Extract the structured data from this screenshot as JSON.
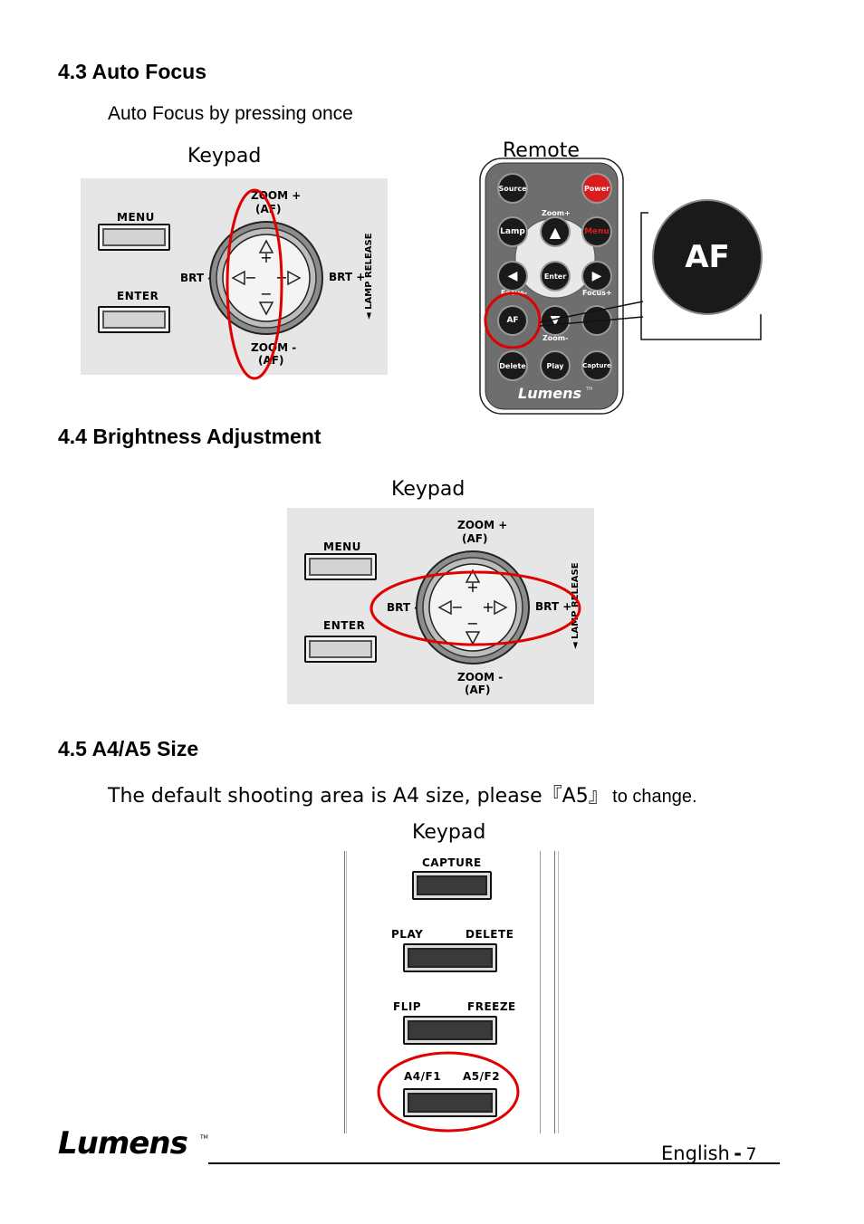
{
  "sections": {
    "af": {
      "heading": "4.3 Auto Focus",
      "description": "Auto Focus by pressing once",
      "keypad_caption": "Keypad",
      "remote_caption": "Remote"
    },
    "brightness": {
      "heading": "4.4 Brightness Adjustment",
      "keypad_caption": "Keypad"
    },
    "size": {
      "heading": "4.5 A4/A5 Size",
      "description_main": "The default shooting area is A4 size, please『A5』",
      "description_tail": "to change.",
      "keypad_caption": "Keypad"
    }
  },
  "keypad": {
    "menu": "MENU",
    "enter": "ENTER",
    "zoom_plus": "ZOOM +",
    "af": "(AF)",
    "zoom_minus": "ZOOM -",
    "brt_minus": "BRT -",
    "brt_plus": "BRT +",
    "lamp_release": "◄ LAMP RELEASE",
    "plus": "+",
    "minus": "−"
  },
  "remote": {
    "source": "Source",
    "power": "Power",
    "zoom_plus": "Zoom+",
    "lamp": "Lamp",
    "menu": "Menu",
    "enter": "Enter",
    "focus_minus": "Focus-",
    "focus_plus": "Focus+",
    "af": "AF",
    "zoom_minus": "Zoom-",
    "delete": "Delete",
    "play": "Play",
    "capture": "Capture",
    "brand": "Lumens",
    "tm": "TM",
    "af_callout": "AF"
  },
  "side_keypad": {
    "capture": "CAPTURE",
    "play": "PLAY",
    "delete": "DELETE",
    "flip": "FLIP",
    "freeze": "FREEZE",
    "a4": "A4/F1",
    "a5": "A5/F2"
  },
  "footer": {
    "brand": "Lumens",
    "tm": "TM",
    "page_language": "English",
    "dash": "-",
    "page_number": "7"
  },
  "colors": {
    "highlight_red": "#e00000",
    "power_red": "#d91c1c",
    "remote_gray": "#6e6e6e"
  }
}
